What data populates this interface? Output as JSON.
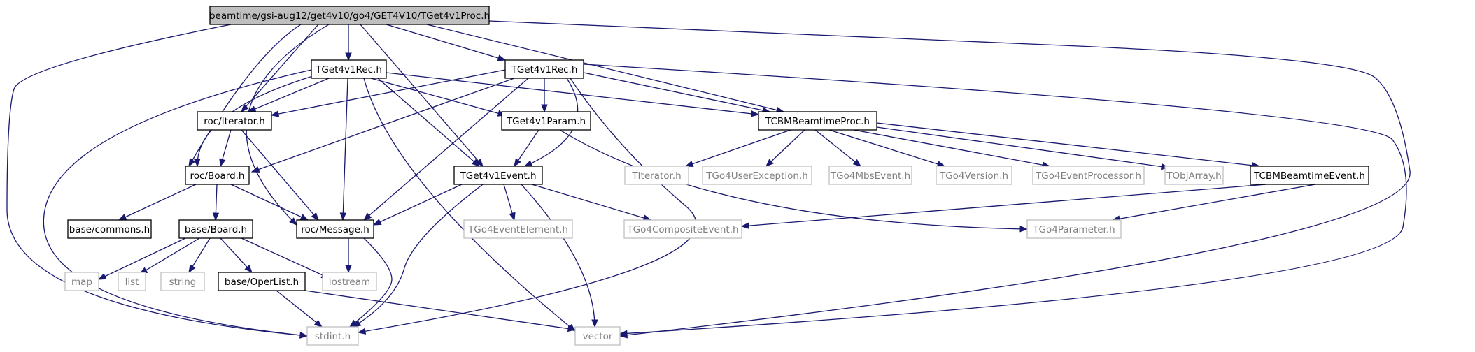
{
  "graph": {
    "root": "beamtime/gsi-aug12/get4v10/go4/GET4V10/TGet4v1Proc.h",
    "colors": {
      "edge": "#191970",
      "root_fill": "#bfbfbf",
      "local_border": "#000000",
      "external_border": "#bfbfbf",
      "local_text": "#000000",
      "external_text": "#7f7f7f"
    },
    "nodes": [
      {
        "id": "tget4v1proc",
        "label": "beamtime/gsi-aug12/get4v10/go4/GET4V10/TGet4v1Proc.h",
        "kind": "root"
      },
      {
        "id": "tget4v1rec_a",
        "label": "TGet4v1Rec.h",
        "kind": "local"
      },
      {
        "id": "tget4v1rec_b",
        "label": "TGet4v1Rec.h",
        "kind": "local"
      },
      {
        "id": "roc_iterator",
        "label": "roc/Iterator.h",
        "kind": "local"
      },
      {
        "id": "tget4v1param",
        "label": "TGet4v1Param.h",
        "kind": "local"
      },
      {
        "id": "tcbmbeamtimeproc",
        "label": "TCBMBeamtimeProc.h",
        "kind": "local"
      },
      {
        "id": "roc_board",
        "label": "roc/Board.h",
        "kind": "local"
      },
      {
        "id": "tget4v1event",
        "label": "TGet4v1Event.h",
        "kind": "local"
      },
      {
        "id": "titerator",
        "label": "TIterator.h",
        "kind": "external"
      },
      {
        "id": "tgo4userexception",
        "label": "TGo4UserException.h",
        "kind": "external"
      },
      {
        "id": "tgo4mbsevent",
        "label": "TGo4MbsEvent.h",
        "kind": "external"
      },
      {
        "id": "tgo4version",
        "label": "TGo4Version.h",
        "kind": "external"
      },
      {
        "id": "tgo4eventprocessor",
        "label": "TGo4EventProcessor.h",
        "kind": "external"
      },
      {
        "id": "tobjarray",
        "label": "TObjArray.h",
        "kind": "external"
      },
      {
        "id": "tcbmbeamtimeevent",
        "label": "TCBMBeamtimeEvent.h",
        "kind": "local"
      },
      {
        "id": "base_commons",
        "label": "base/commons.h",
        "kind": "local"
      },
      {
        "id": "base_board",
        "label": "base/Board.h",
        "kind": "local"
      },
      {
        "id": "roc_message",
        "label": "roc/Message.h",
        "kind": "local"
      },
      {
        "id": "tgo4eventelement",
        "label": "TGo4EventElement.h",
        "kind": "external"
      },
      {
        "id": "tgo4compositeevent",
        "label": "TGo4CompositeEvent.h",
        "kind": "external"
      },
      {
        "id": "tgo4parameter",
        "label": "TGo4Parameter.h",
        "kind": "external"
      },
      {
        "id": "map",
        "label": "map",
        "kind": "external"
      },
      {
        "id": "list",
        "label": "list",
        "kind": "external"
      },
      {
        "id": "string",
        "label": "string",
        "kind": "external"
      },
      {
        "id": "base_operlist",
        "label": "base/OperList.h",
        "kind": "local"
      },
      {
        "id": "iostream",
        "label": "iostream",
        "kind": "external"
      },
      {
        "id": "stdint",
        "label": "stdint.h",
        "kind": "external"
      },
      {
        "id": "vector",
        "label": "vector",
        "kind": "external"
      }
    ],
    "edges": [
      {
        "from": "tget4v1proc",
        "to": "tget4v1rec_a"
      },
      {
        "from": "tget4v1proc",
        "to": "tget4v1rec_b"
      },
      {
        "from": "tget4v1proc",
        "to": "tcbmbeamtimeproc"
      },
      {
        "from": "tget4v1proc",
        "to": "roc_iterator"
      },
      {
        "from": "tget4v1proc",
        "to": "roc_board"
      },
      {
        "from": "tget4v1proc",
        "to": "roc_message"
      },
      {
        "from": "tget4v1proc",
        "to": "tget4v1event"
      },
      {
        "from": "tget4v1proc",
        "to": "stdint"
      },
      {
        "from": "tget4v1proc",
        "to": "vector"
      },
      {
        "from": "tget4v1rec_a",
        "to": "roc_iterator"
      },
      {
        "from": "tget4v1rec_a",
        "to": "roc_board"
      },
      {
        "from": "tget4v1rec_a",
        "to": "roc_message"
      },
      {
        "from": "tget4v1rec_a",
        "to": "tget4v1param"
      },
      {
        "from": "tget4v1rec_a",
        "to": "tget4v1event"
      },
      {
        "from": "tget4v1rec_a",
        "to": "tcbmbeamtimeproc"
      },
      {
        "from": "tget4v1rec_a",
        "to": "stdint"
      },
      {
        "from": "tget4v1rec_a",
        "to": "vector"
      },
      {
        "from": "tget4v1rec_b",
        "to": "roc_iterator"
      },
      {
        "from": "tget4v1rec_b",
        "to": "roc_board"
      },
      {
        "from": "tget4v1rec_b",
        "to": "roc_message"
      },
      {
        "from": "tget4v1rec_b",
        "to": "tget4v1param"
      },
      {
        "from": "tget4v1rec_b",
        "to": "tget4v1event"
      },
      {
        "from": "tget4v1rec_b",
        "to": "tcbmbeamtimeproc"
      },
      {
        "from": "tget4v1rec_b",
        "to": "stdint"
      },
      {
        "from": "tget4v1rec_b",
        "to": "vector"
      },
      {
        "from": "roc_iterator",
        "to": "roc_board"
      },
      {
        "from": "roc_iterator",
        "to": "roc_message"
      },
      {
        "from": "tget4v1param",
        "to": "tget4v1event"
      },
      {
        "from": "tget4v1param",
        "to": "tgo4parameter"
      },
      {
        "from": "tcbmbeamtimeproc",
        "to": "titerator"
      },
      {
        "from": "tcbmbeamtimeproc",
        "to": "tgo4userexception"
      },
      {
        "from": "tcbmbeamtimeproc",
        "to": "tgo4mbsevent"
      },
      {
        "from": "tcbmbeamtimeproc",
        "to": "tgo4version"
      },
      {
        "from": "tcbmbeamtimeproc",
        "to": "tgo4eventprocessor"
      },
      {
        "from": "tcbmbeamtimeproc",
        "to": "tobjarray"
      },
      {
        "from": "tcbmbeamtimeproc",
        "to": "tcbmbeamtimeevent"
      },
      {
        "from": "tcbmbeamtimeevent",
        "to": "tgo4compositeevent"
      },
      {
        "from": "tcbmbeamtimeevent",
        "to": "tgo4parameter"
      },
      {
        "from": "roc_board",
        "to": "base_commons"
      },
      {
        "from": "roc_board",
        "to": "base_board"
      },
      {
        "from": "roc_board",
        "to": "roc_message"
      },
      {
        "from": "tget4v1event",
        "to": "roc_message"
      },
      {
        "from": "tget4v1event",
        "to": "tgo4eventelement"
      },
      {
        "from": "tget4v1event",
        "to": "tgo4compositeevent"
      },
      {
        "from": "tget4v1event",
        "to": "stdint"
      },
      {
        "from": "tget4v1event",
        "to": "vector"
      },
      {
        "from": "base_board",
        "to": "map"
      },
      {
        "from": "base_board",
        "to": "list"
      },
      {
        "from": "base_board",
        "to": "string"
      },
      {
        "from": "base_board",
        "to": "base_operlist"
      },
      {
        "from": "base_board",
        "to": "iostream"
      },
      {
        "from": "roc_message",
        "to": "iostream"
      },
      {
        "from": "roc_message",
        "to": "stdint"
      },
      {
        "from": "base_operlist",
        "to": "stdint"
      },
      {
        "from": "base_operlist",
        "to": "vector"
      }
    ]
  }
}
